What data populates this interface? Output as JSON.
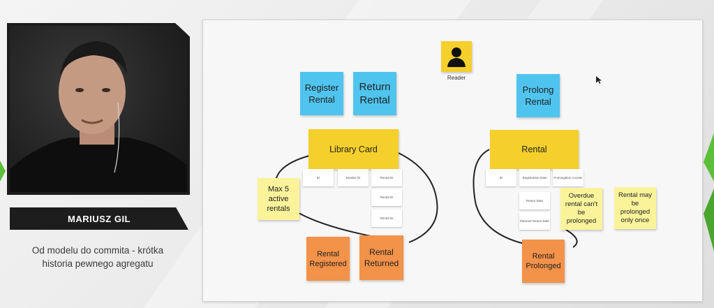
{
  "speaker": {
    "name": "MARIUSZ GIL",
    "talk_title_line1": "Od modelu do commita - krótka",
    "talk_title_line2": "historia pewnego agregatu"
  },
  "board": {
    "actor": {
      "icon": "person-icon",
      "label": "Reader"
    },
    "commands": {
      "register_rental": "Register Rental",
      "return_rental": "Return Rental",
      "prolong_rental": "Prolong Rental"
    },
    "aggregates": {
      "library_card": "Library Card",
      "rental": "Rental"
    },
    "library_card_fields": [
      "ID",
      "Reader ID",
      "Rental ID",
      "Rental ID",
      "Rental ID"
    ],
    "rental_fields": [
      "ID",
      "Registration Date",
      "Prolongation counter",
      "Return Date",
      "Planned Return Date"
    ],
    "policies": {
      "max_active": "Max 5 active rentals",
      "overdue": "Overdue rental can't be prolonged",
      "prolong_once": "Rental may be prolonged only once"
    },
    "events": {
      "rental_registered": "Rental Registered",
      "rental_returned": "Rental Returned",
      "rental_prolonged": "Rental Prolonged"
    }
  },
  "colors": {
    "command": "#4fc4ee",
    "aggregate": "#f5cf2b",
    "policy": "#fbf39a",
    "event": "#f39249",
    "accent": "#5bbf3a"
  }
}
